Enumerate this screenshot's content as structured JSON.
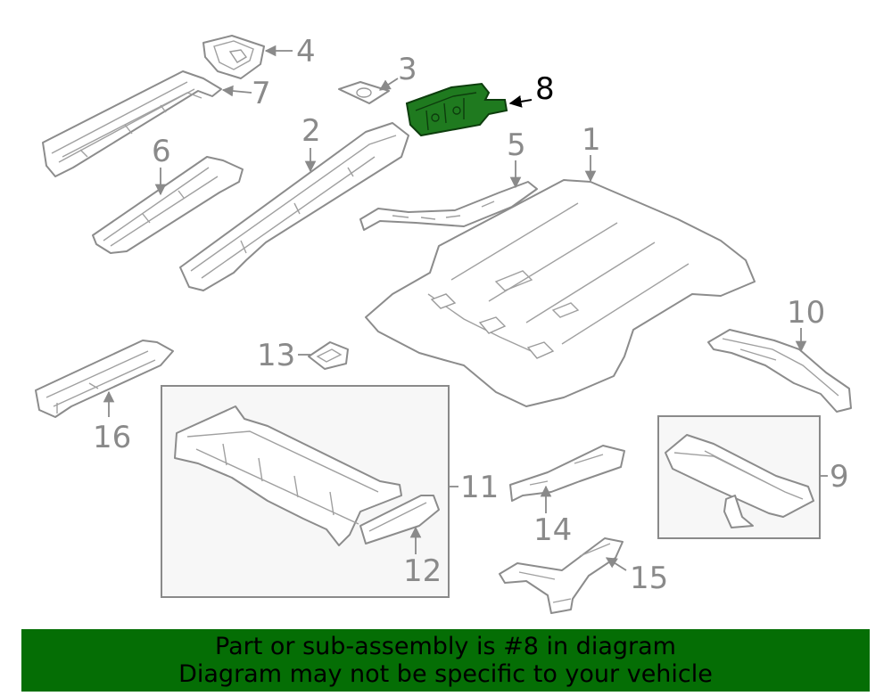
{
  "callouts": {
    "c1": "1",
    "c2": "2",
    "c3": "3",
    "c4": "4",
    "c5": "5",
    "c6": "6",
    "c7": "7",
    "c8": "8",
    "c9": "9",
    "c10": "10",
    "c11": "11",
    "c12": "12",
    "c13": "13",
    "c14": "14",
    "c15": "15",
    "c16": "16"
  },
  "highlighted_part": "8",
  "colors": {
    "highlight": "#1f7a1f",
    "banner": "#056e05",
    "line": "#8c8c8c"
  },
  "banner": {
    "line1": "Part or sub-assembly is #8 in diagram",
    "line2": "Diagram may not be specific to your vehicle"
  }
}
